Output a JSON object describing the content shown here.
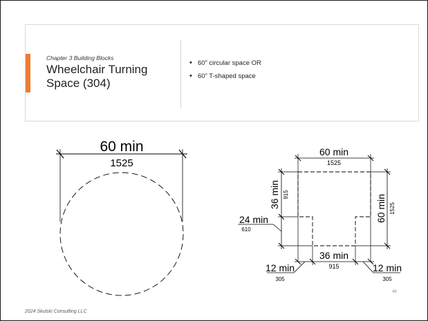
{
  "header": {
    "chapter": "Chapter 3 Building Blocks",
    "title": "Wheelchair Turning Space (304)",
    "accent_color": "#ED7D31"
  },
  "bullets": [
    "60” circular space OR",
    "60” T-shaped space"
  ],
  "circle_diagram": {
    "dim_label": "60 min",
    "dim_mm": "1525"
  },
  "t_diagram": {
    "top_label": "60 min",
    "top_mm": "1525",
    "left_label": "36 min",
    "left_mm": "915",
    "right_label": "60 min",
    "right_mm": "1525",
    "arm_label": "24 min",
    "arm_mm": "610",
    "bottom_label": "36 min",
    "bottom_mm": "915",
    "corner_left_label": "12 min",
    "corner_left_mm": "305",
    "corner_right_label": "12 min",
    "corner_right_mm": "305"
  },
  "footer": {
    "copyright": "2024 Skulski Consulting LLC",
    "page_number": "49"
  }
}
